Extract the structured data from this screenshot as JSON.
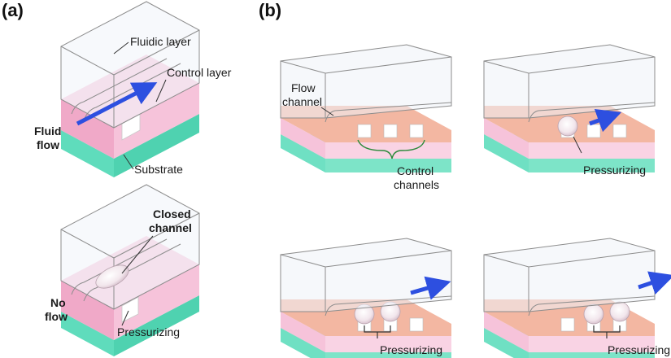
{
  "panels": {
    "a": {
      "label": "(a)"
    },
    "b": {
      "label": "(b)"
    }
  },
  "labels": {
    "fluidic_layer": "Fluidic layer",
    "control_layer": "Control layer",
    "fluid_flow_1": "Fluid",
    "fluid_flow_2": "flow",
    "substrate": "Substrate",
    "closed_channel_1": "Closed",
    "closed_channel_2": "channel",
    "no_flow_1": "No",
    "no_flow_2": "flow",
    "pressurizing_a": "Pressurizing",
    "flow_channel_1": "Flow",
    "flow_channel_2": "channel",
    "control_channels_1": "Control",
    "control_channels_2": "channels",
    "pressurizing_b1": "Pressurizing",
    "pressurizing_b2": "Pressurizing",
    "pressurizing_b3": "Pressurizing"
  },
  "colors": {
    "substrate_top": "#8ee8cf",
    "substrate_front": "#5fdcbc",
    "control_pink": "#f6c3da",
    "control_pink_front": "#f0a9c8",
    "flow_salmon": "#f3b7a2",
    "fluidic_glass": "#eef2f8",
    "arrow_blue": "#2d4fe0",
    "edge_gray": "#8d8d8d"
  }
}
